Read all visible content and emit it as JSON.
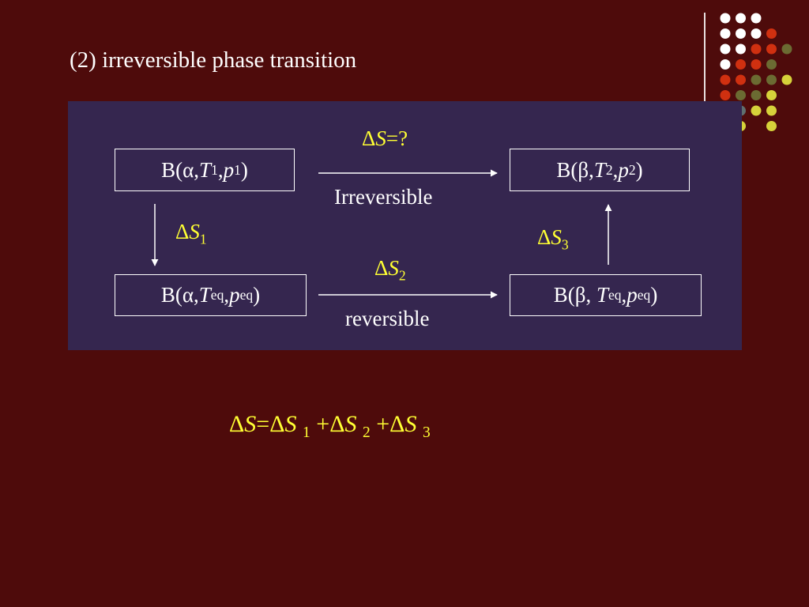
{
  "slide": {
    "title": "(2) irreversible phase transition"
  },
  "diagram": {
    "box_top_left": {
      "prefix": "B(",
      "phase": "α",
      "t_var": "T",
      "t_sub": "1",
      "p_var": "p",
      "p_sub": "1",
      "close": ")"
    },
    "box_top_right": {
      "prefix": "B(",
      "phase": "β",
      "t_var": "T",
      "t_sub": "2",
      "p_var": "p",
      "p_sub": "2",
      "close": ")"
    },
    "box_bottom_left": {
      "prefix": "B(",
      "phase": "α",
      "t_var": "T",
      "t_sup": "eq",
      "p_var": "p",
      "p_sup": "eq",
      "close": ")"
    },
    "box_bottom_right": {
      "prefix": "B(",
      "phase": "β",
      "sep": " ",
      "t_var": "T",
      "t_sup": "eq",
      "p_var": "p",
      "p_sup": "eq",
      "close": ")"
    },
    "top_arrow": {
      "delta": "Δ",
      "var": "S",
      "rest": "=?",
      "caption": "Irreversible"
    },
    "bottom_arrow": {
      "delta": "Δ",
      "var": "S",
      "sub": "2",
      "caption": "reversible"
    },
    "left_arrow": {
      "delta": "Δ",
      "var": "S",
      "sub": "1"
    },
    "right_arrow": {
      "delta": "Δ",
      "var": "S",
      "sub": "3"
    }
  },
  "equation": {
    "lhs_delta": "Δ",
    "lhs_var": "S",
    "equals": "=",
    "t1_delta": "Δ",
    "t1_var": "S",
    "t1_sub": "1",
    "plus1": "+",
    "t2_delta": "Δ",
    "t2_var": "S",
    "t2_sub": "2",
    "plus2": "+",
    "t3_delta": "Δ",
    "t3_var": "S",
    "t3_sub": "3"
  },
  "colors": {
    "background": "#4e0b0b",
    "panel": "#35264f",
    "label_yellow": "#ffff33",
    "dot_white": "#ffffff",
    "dot_red": "#d03010",
    "dot_olive": "#6b6b32",
    "dot_yellow": "#d6d23a",
    "dot_slate": "#5f6f6f"
  }
}
